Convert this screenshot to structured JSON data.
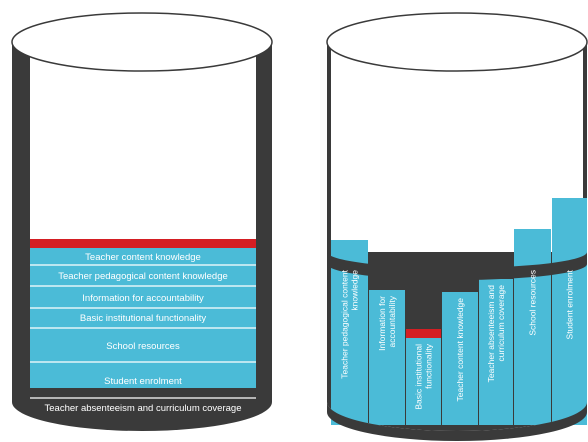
{
  "colors": {
    "barrel_wall": "#3a3a3a",
    "barrel_rim": "#ffffff",
    "stave": "#4bbbd7",
    "limiting": "#d41e23",
    "band": "#3a3a3a",
    "label": "#ffffff"
  },
  "left_barrel": {
    "layers": [
      "Teacher content knowledge",
      "Teacher pedagogical content knowledge",
      "Information for accountability",
      "Basic institutional functionality",
      "School resources",
      "Student enrolment",
      "Teacher absenteeism and curriculum coverage"
    ]
  },
  "right_barrel": {
    "staves": [
      {
        "line1": "Teacher pedagogical content",
        "line2": "knowledge",
        "limiting": false
      },
      {
        "line1": "Information for",
        "line2": "accountability",
        "limiting": false
      },
      {
        "line1": "Basic institutional",
        "line2": "functionality",
        "limiting": true
      },
      {
        "line1": "Teacher content knowledge",
        "line2": "",
        "limiting": false
      },
      {
        "line1": "Teacher absenteeism and",
        "line2": "curriculum coverage",
        "limiting": false
      },
      {
        "line1": "School resources",
        "line2": "",
        "limiting": false
      },
      {
        "line1": "Student enrolment",
        "line2": "",
        "limiting": false
      }
    ]
  }
}
